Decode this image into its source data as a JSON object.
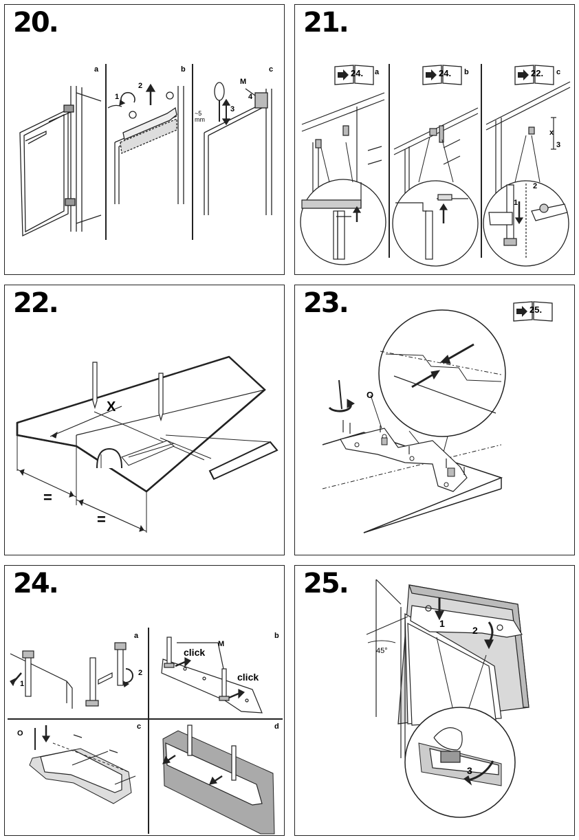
{
  "steps": [
    {
      "number": "20.",
      "sub_labels": [
        "a",
        "b",
        "c"
      ],
      "callouts": [
        "1",
        "2",
        "3",
        "4",
        "M",
        "~5\nmm"
      ]
    },
    {
      "number": "21.",
      "sub_labels": [
        "a",
        "b",
        "c"
      ],
      "refs": [
        "24.",
        "24.",
        "22."
      ],
      "callouts": [
        "1",
        "2",
        "3",
        "x"
      ]
    },
    {
      "number": "22.",
      "callouts": [
        "X",
        "=",
        "="
      ]
    },
    {
      "number": "23.",
      "refs": [
        "25."
      ],
      "callouts": [
        "O"
      ]
    },
    {
      "number": "24.",
      "sub_labels": [
        "a",
        "b",
        "c",
        "d"
      ],
      "callouts": [
        "1",
        "2",
        "M",
        "click",
        "click",
        "O"
      ]
    },
    {
      "number": "25.",
      "callouts": [
        "1",
        "2",
        "3",
        "45°"
      ]
    }
  ],
  "icons": {
    "reference": "book-arrow-icon"
  }
}
